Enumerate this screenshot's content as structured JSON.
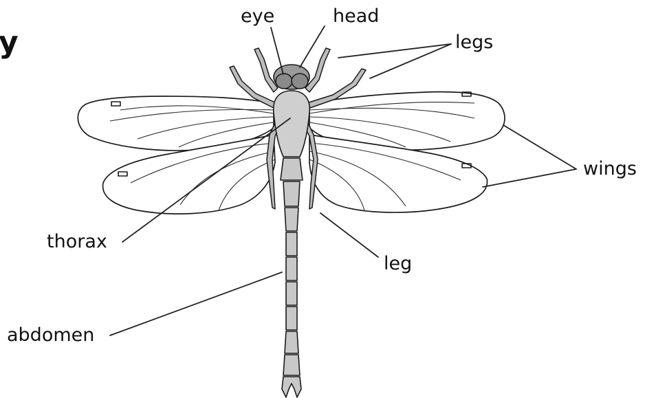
{
  "labels": {
    "eye": "eye",
    "head": "head",
    "legs": "legs",
    "wings": "wings",
    "thorax": "thorax",
    "leg": "leg",
    "abdomen": "abdomen",
    "corner_mark": "y"
  },
  "colors": {
    "background": "#ffffff",
    "ink": "#1a1a1a",
    "head_fill": "#9a9a9a",
    "body_fill": "#cfcfcf",
    "abdomen_fill": "#c8c8c8"
  }
}
